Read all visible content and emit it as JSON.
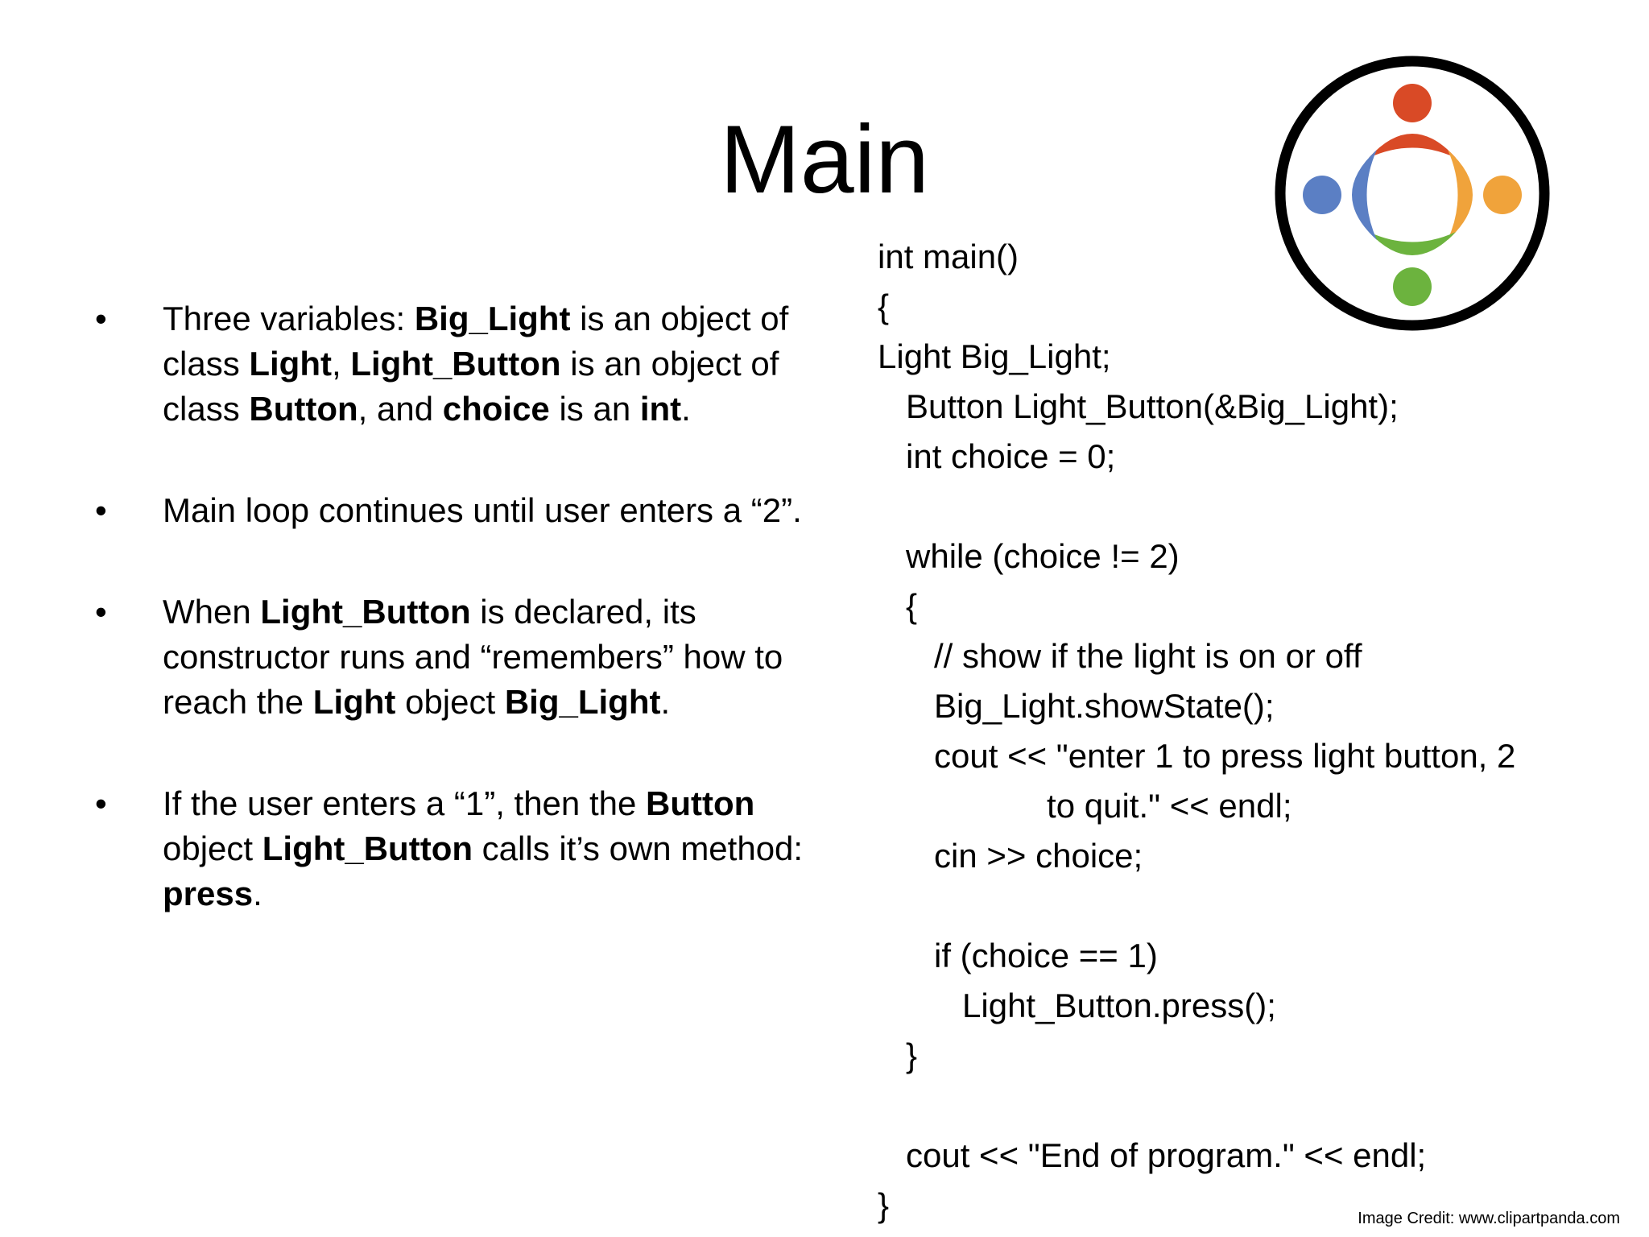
{
  "slide": {
    "title": "Main",
    "credit": "Image Credit: www.clipartpanda.com"
  },
  "bullets": [
    {
      "segments": [
        {
          "t": "Three variables: ",
          "b": false
        },
        {
          "t": "Big_Light",
          "b": true
        },
        {
          "t": " is an object of class ",
          "b": false
        },
        {
          "t": "Light",
          "b": true
        },
        {
          "t": ", ",
          "b": false
        },
        {
          "t": "Light_Button",
          "b": true
        },
        {
          "t": " is an object of class ",
          "b": false
        },
        {
          "t": "Button",
          "b": true
        },
        {
          "t": ", and ",
          "b": false
        },
        {
          "t": "choice",
          "b": true
        },
        {
          "t": " is an ",
          "b": false
        },
        {
          "t": "int",
          "b": true
        },
        {
          "t": ".",
          "b": false
        }
      ]
    },
    {
      "segments": [
        {
          "t": "Main loop continues until user enters a “2”.",
          "b": false
        }
      ]
    },
    {
      "segments": [
        {
          "t": "When ",
          "b": false
        },
        {
          "t": "Light_Button",
          "b": true
        },
        {
          "t": " is declared, its constructor runs and “remembers” how to reach the ",
          "b": false
        },
        {
          "t": "Light",
          "b": true
        },
        {
          "t": " object ",
          "b": false
        },
        {
          "t": "Big_Light",
          "b": true
        },
        {
          "t": ".",
          "b": false
        }
      ]
    },
    {
      "segments": [
        {
          "t": "If the user enters a “1”, then the ",
          "b": false
        },
        {
          "t": "Button",
          "b": true
        },
        {
          "t": " object ",
          "b": false
        },
        {
          "t": "Light_Button",
          "b": true
        },
        {
          "t": " calls it’s own method: ",
          "b": false
        },
        {
          "t": "press",
          "b": true
        },
        {
          "t": ".",
          "b": false
        }
      ]
    }
  ],
  "code": [
    "int main()",
    "{",
    "Light Big_Light;",
    "   Button Light_Button(&Big_Light);",
    "   int choice = 0;",
    "",
    "   while (choice != 2)",
    "   {",
    "      // show if the light is on or off",
    "      Big_Light.showState();",
    "      cout << \"enter 1 to press light button, 2",
    "                  to quit.\" << endl;",
    "      cin >> choice;",
    "",
    "      if (choice == 1)",
    "         Light_Button.press();",
    "   }",
    "",
    "   cout << \"End of program.\" << endl;",
    "}"
  ],
  "colors": {
    "logo_ring": "#000000",
    "person_top": "#d94a26",
    "person_right": "#f0a33b",
    "person_bottom": "#6cb33e",
    "person_left": "#5b7fc4"
  },
  "icons": {
    "logo": "people-circle-icon",
    "bullet": "•"
  }
}
